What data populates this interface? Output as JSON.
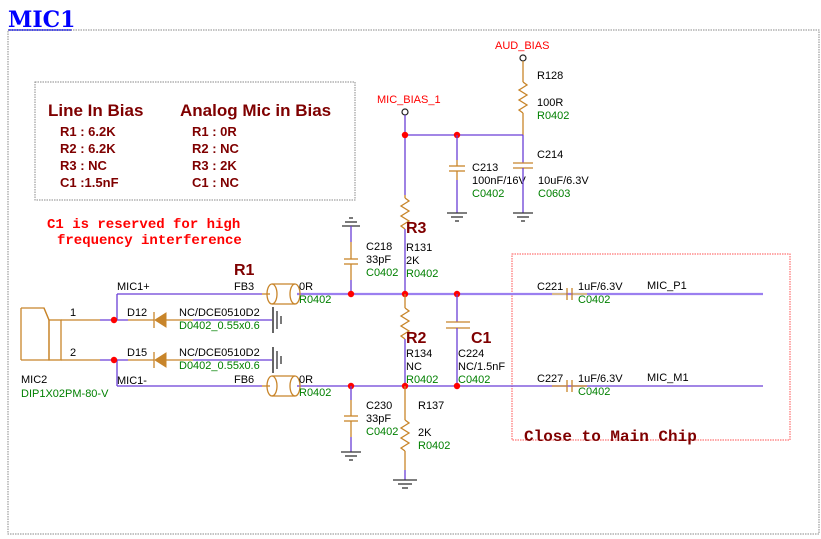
{
  "title": "MIC1",
  "bias_table": {
    "line_in": {
      "heading": "Line In Bias",
      "rows": [
        "R1 : 6.2K",
        "R2 : 6.2K",
        "R3 : NC",
        "C1 :1.5nF"
      ]
    },
    "analog_mic": {
      "heading": "Analog Mic in Bias",
      "rows": [
        "R1 : 0R",
        "R2 : NC",
        "R3 : 2K",
        "C1 : NC"
      ]
    }
  },
  "notes": {
    "c1_line1": "C1 is reserved for high",
    "c1_line2": "frequency interference",
    "close_to_chip": "Close to Main Chip"
  },
  "nets": {
    "aud_bias": "AUD_BIAS",
    "mic_bias_1": "MIC_BIAS_1",
    "mic1_p": "MIC1+",
    "mic1_m": "MIC1-",
    "mic_p1": "MIC_P1",
    "mic_m1": "MIC_M1"
  },
  "designators": {
    "r1": "R1",
    "r2": "R2",
    "r3": "R3",
    "c1": "C1"
  },
  "components": {
    "r128": {
      "ref": "R128",
      "value": "100R",
      "pkg": "R0402"
    },
    "c213": {
      "ref": "C213",
      "value": "100nF/16V",
      "pkg": "C0402"
    },
    "c214": {
      "ref": "C214",
      "value": "10uF/6.3V",
      "pkg": "C0603"
    },
    "c218": {
      "ref": "C218",
      "value": "33pF",
      "pkg": "C0402"
    },
    "r131": {
      "ref": "R131",
      "value": "2K",
      "pkg": "R0402"
    },
    "r134": {
      "ref": "R134",
      "value": "NC",
      "pkg": "R0402"
    },
    "c224": {
      "ref": "C224",
      "value": "NC/1.5nF",
      "pkg": "C0402"
    },
    "c230": {
      "ref": "C230",
      "value": "33pF",
      "pkg": "C0402"
    },
    "r137": {
      "ref": "R137",
      "value": "2K",
      "pkg": "R0402"
    },
    "fb3": {
      "ref": "FB3",
      "value": "0R",
      "pkg": "R0402"
    },
    "fb6": {
      "ref": "FB6",
      "value": "0R",
      "pkg": "R0402"
    },
    "d12": {
      "ref": "D12",
      "value": "NC/DCE0510D2",
      "pkg": "D0402_0.55x0.6"
    },
    "d15": {
      "ref": "D15",
      "value": "NC/DCE0510D2",
      "pkg": "D0402_0.55x0.6"
    },
    "c221": {
      "ref": "C221",
      "value": "1uF/6.3V",
      "pkg": "C0402"
    },
    "c227": {
      "ref": "C227",
      "value": "1uF/6.3V",
      "pkg": "C0402"
    },
    "mic2": {
      "ref": "MIC2",
      "pkg": "DIP1X02PM-80-V",
      "pin1": "1",
      "pin2": "2"
    }
  },
  "colors": {
    "wire": "#6a3fd6",
    "component": "#c8852a",
    "junction": "#ff0000",
    "net_label": "#ff0000",
    "package_text": "#008000",
    "title": "#0000ff",
    "designator": "#7f0000"
  }
}
